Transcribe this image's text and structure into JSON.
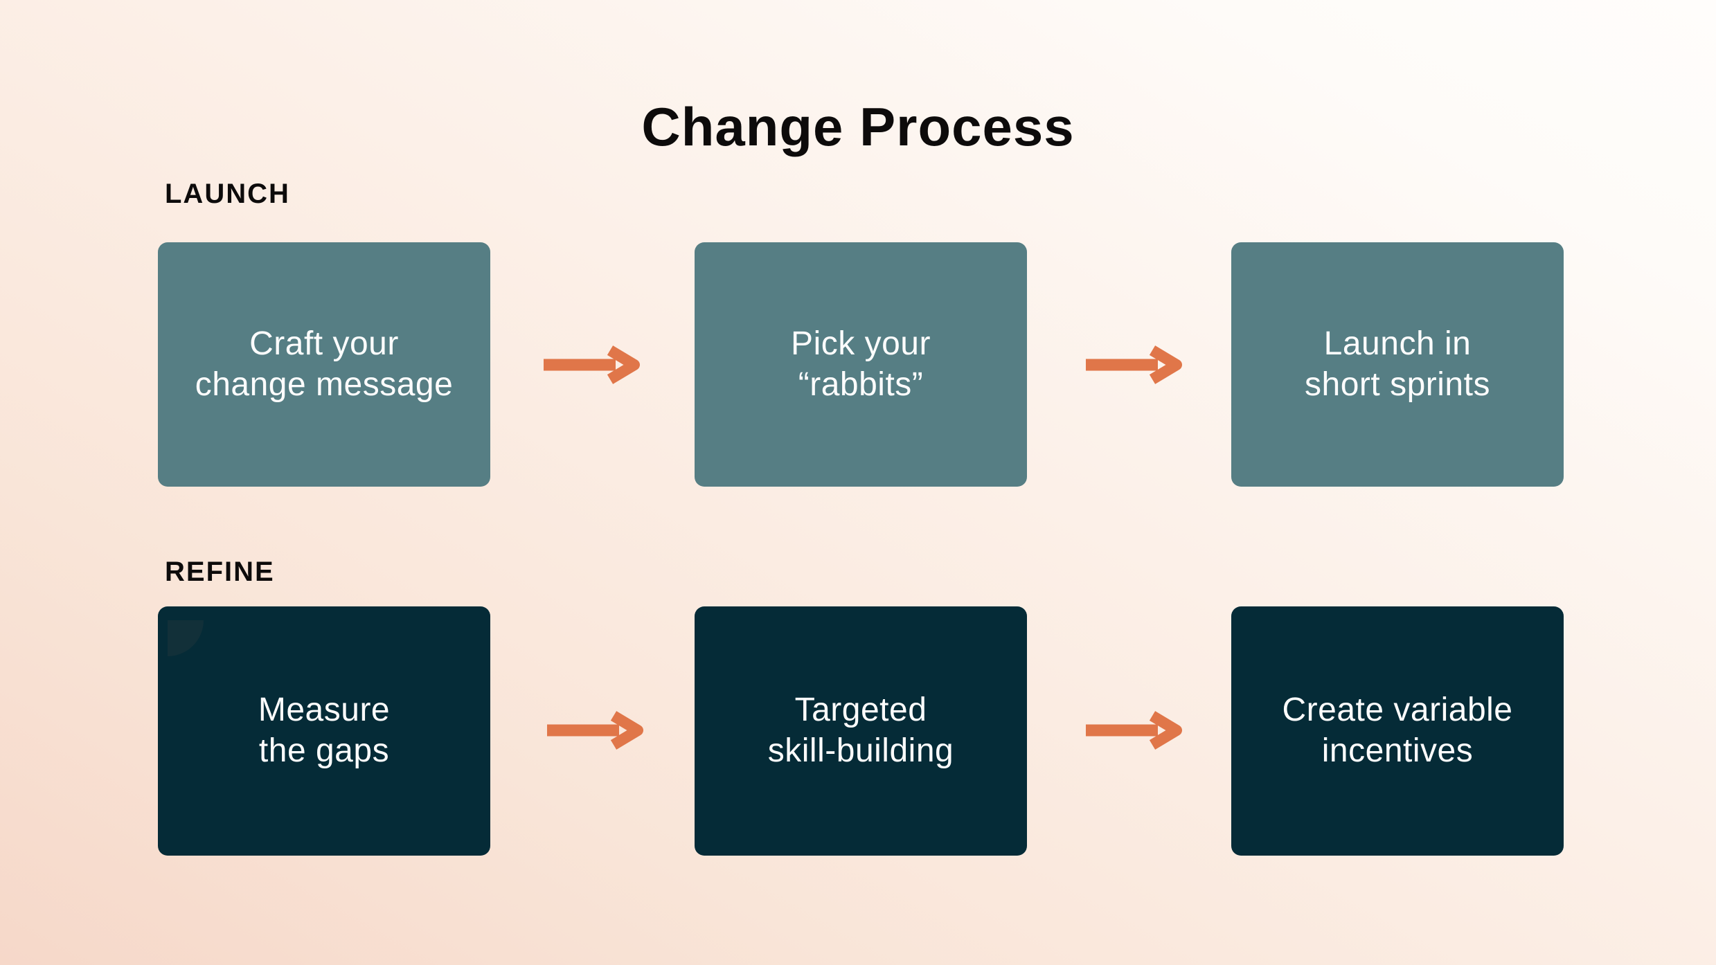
{
  "title": "Change Process",
  "colors": {
    "background_gradient_start": "#f6d8c9",
    "background_gradient_end": "#fffdfb",
    "launch_box_fill": "#567e84",
    "refine_box_fill": "#052b37",
    "refine_corner_decor": "#123039",
    "arrow": "#e07649",
    "box_text": "#fdfdfd",
    "heading_text": "#0d0b0b"
  },
  "icons": {
    "arrow": "arrow-right-icon"
  },
  "sections": [
    {
      "label": "LAUNCH",
      "boxes": [
        {
          "lines": [
            "Craft your",
            "change message"
          ]
        },
        {
          "lines": [
            "Pick your",
            "“rabbits”"
          ]
        },
        {
          "lines": [
            "Launch in",
            "short sprints"
          ]
        }
      ]
    },
    {
      "label": "REFINE",
      "boxes": [
        {
          "lines": [
            "Measure",
            "the gaps"
          ]
        },
        {
          "lines": [
            "Targeted",
            "skill-building"
          ]
        },
        {
          "lines": [
            "Create variable",
            "incentives"
          ]
        }
      ]
    }
  ]
}
